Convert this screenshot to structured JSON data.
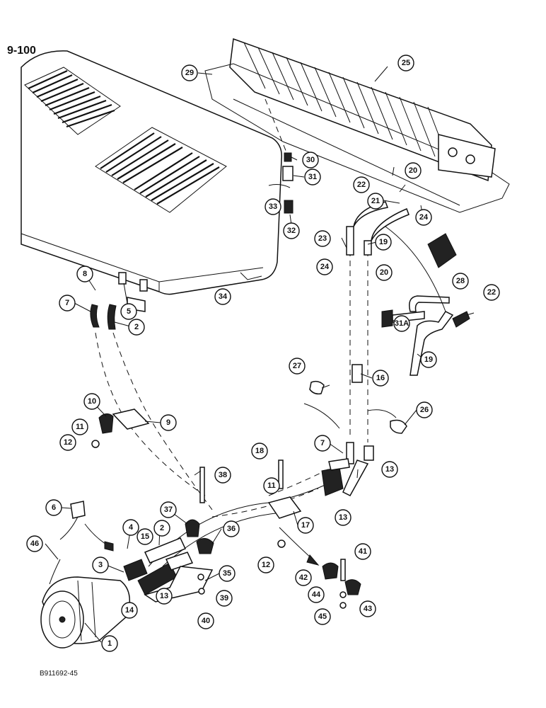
{
  "page": {
    "page_number": "9-100",
    "figure_code": "B911692-45"
  },
  "callouts": [
    {
      "id": "c1",
      "label": "1"
    },
    {
      "id": "c2a",
      "label": "2"
    },
    {
      "id": "c2b",
      "label": "2"
    },
    {
      "id": "c3",
      "label": "3"
    },
    {
      "id": "c4",
      "label": "4"
    },
    {
      "id": "c5",
      "label": "5"
    },
    {
      "id": "c6",
      "label": "6"
    },
    {
      "id": "c7a",
      "label": "7"
    },
    {
      "id": "c7b",
      "label": "7"
    },
    {
      "id": "c8",
      "label": "8"
    },
    {
      "id": "c9",
      "label": "9"
    },
    {
      "id": "c10",
      "label": "10"
    },
    {
      "id": "c11a",
      "label": "11"
    },
    {
      "id": "c11b",
      "label": "11"
    },
    {
      "id": "c12a",
      "label": "12"
    },
    {
      "id": "c12b",
      "label": "12"
    },
    {
      "id": "c13a",
      "label": "13"
    },
    {
      "id": "c13b",
      "label": "13"
    },
    {
      "id": "c13c",
      "label": "13"
    },
    {
      "id": "c14",
      "label": "14"
    },
    {
      "id": "c15",
      "label": "15"
    },
    {
      "id": "c16",
      "label": "16"
    },
    {
      "id": "c17",
      "label": "17"
    },
    {
      "id": "c18",
      "label": "18"
    },
    {
      "id": "c19a",
      "label": "19"
    },
    {
      "id": "c19b",
      "label": "19"
    },
    {
      "id": "c20a",
      "label": "20"
    },
    {
      "id": "c20b",
      "label": "20"
    },
    {
      "id": "c21",
      "label": "21"
    },
    {
      "id": "c22a",
      "label": "22"
    },
    {
      "id": "c22b",
      "label": "22"
    },
    {
      "id": "c23",
      "label": "23"
    },
    {
      "id": "c24a",
      "label": "24"
    },
    {
      "id": "c24b",
      "label": "24"
    },
    {
      "id": "c25",
      "label": "25"
    },
    {
      "id": "c26",
      "label": "26"
    },
    {
      "id": "c27",
      "label": "27"
    },
    {
      "id": "c28",
      "label": "28"
    },
    {
      "id": "c29",
      "label": "29"
    },
    {
      "id": "c30",
      "label": "30"
    },
    {
      "id": "c31a",
      "label": "31"
    },
    {
      "id": "c31b",
      "label": "31A"
    },
    {
      "id": "c32",
      "label": "32"
    },
    {
      "id": "c33",
      "label": "33"
    },
    {
      "id": "c34",
      "label": "34"
    },
    {
      "id": "c35",
      "label": "35"
    },
    {
      "id": "c36",
      "label": "36"
    },
    {
      "id": "c37",
      "label": "37"
    },
    {
      "id": "c38",
      "label": "38"
    },
    {
      "id": "c39",
      "label": "39"
    },
    {
      "id": "c40",
      "label": "40"
    },
    {
      "id": "c41",
      "label": "41"
    },
    {
      "id": "c42",
      "label": "42"
    },
    {
      "id": "c43",
      "label": "43"
    },
    {
      "id": "c44",
      "label": "44"
    },
    {
      "id": "c45",
      "label": "45"
    },
    {
      "id": "c46",
      "label": "46"
    }
  ]
}
